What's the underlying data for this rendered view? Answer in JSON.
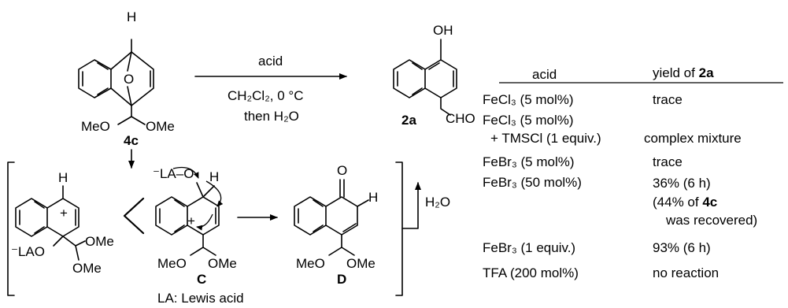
{
  "scheme": {
    "arrow_above": "acid",
    "arrow_below_1": "CH₂Cl₂, 0 °C",
    "arrow_below_2": "then H₂O",
    "h2o_label": "H₂O",
    "la_note": "LA: Lewis acid"
  },
  "compounds": {
    "start": {
      "label": "4c",
      "ome_left": "MeO",
      "ome_right": "OMe",
      "h": "H",
      "o": "O"
    },
    "product": {
      "label": "2a",
      "oh": "OH",
      "cho": "CHO"
    },
    "int1": {
      "lao": "⁻LAO",
      "ome1": "OMe",
      "ome2": "OMe",
      "h": "H",
      "plus": "+"
    },
    "intC": {
      "label": "C",
      "lao": "⁻LA–O",
      "h": "H",
      "plus": "+",
      "ome_left": "MeO",
      "ome_right": "OMe"
    },
    "intD": {
      "label": "D",
      "o": "O",
      "h": "H",
      "ome_left": "MeO",
      "ome_right": "OMe"
    }
  },
  "table": {
    "col_acid": "acid",
    "col_yield": "yield of",
    "col_yield_compound": "2a",
    "rows": [
      {
        "acid": "FeCl₃ (5 mol%)",
        "yield": "trace"
      },
      {
        "acid": "FeCl₃ (5 mol%)",
        "yield": ""
      },
      {
        "acid": "+ TMSCl (1 equiv.)",
        "yield": "complex mixture"
      },
      {
        "acid": "FeBr₃ (5 mol%)",
        "yield": "trace"
      },
      {
        "acid": "FeBr₃ (50 mol%)",
        "yield": "36% (6 h)"
      },
      {
        "acid": "",
        "yield": "(44% of"
      },
      {
        "acid": "",
        "yield": "was recovered)"
      },
      {
        "acid": "FeBr₃ (1 equiv.)",
        "yield": "93% (6 h)"
      },
      {
        "acid": "TFA (200 mol%)",
        "yield": "no reaction"
      }
    ],
    "recovered_compound": "4c"
  }
}
